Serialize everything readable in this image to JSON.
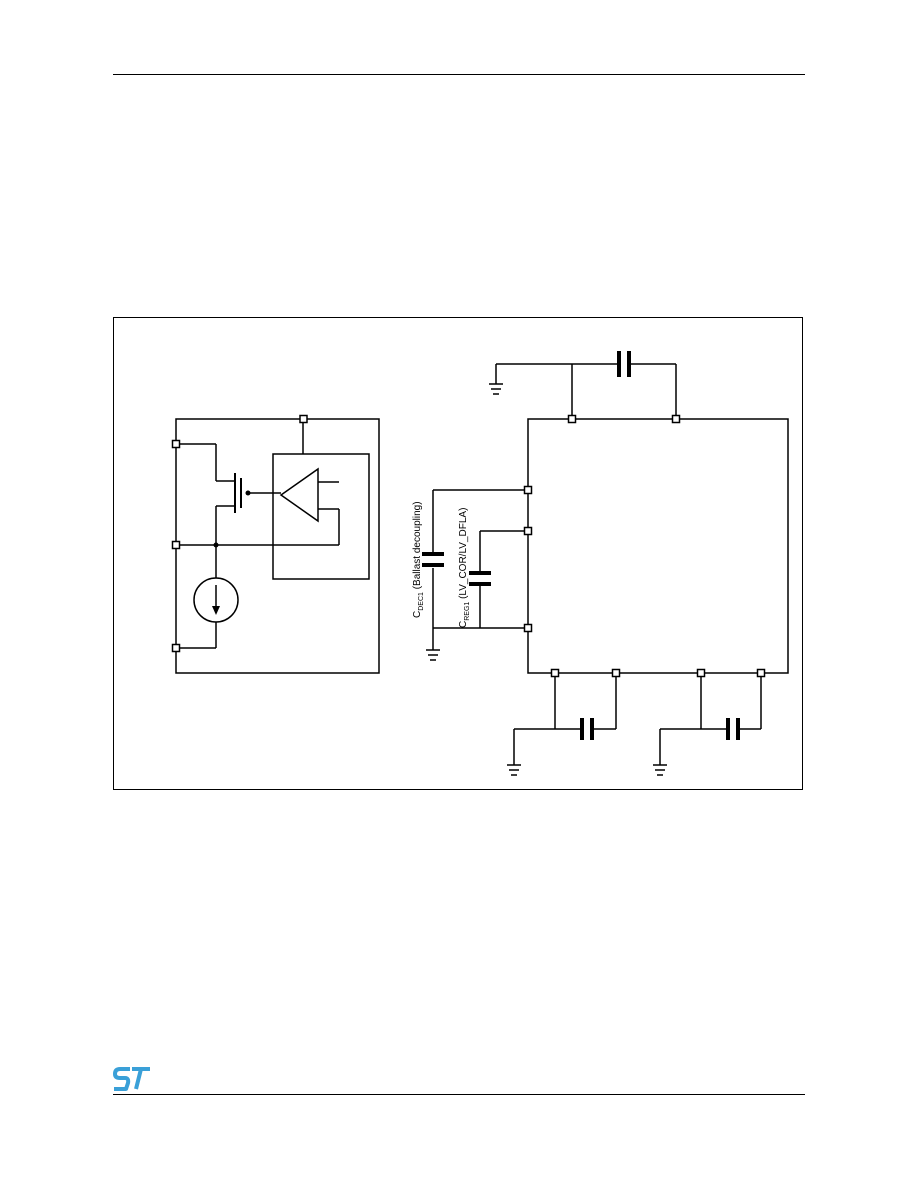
{
  "diagram": {
    "labels": {
      "cdec1": {
        "main": "C",
        "sub": "DEC1",
        "rest": " (Ballast decoupling)"
      },
      "creg1": {
        "main": "C",
        "sub": "REG1",
        "rest": " (LV_COR/LV_DFLA)"
      }
    }
  },
  "brand": {
    "logo": "ST",
    "color": "#3aa0d8"
  }
}
